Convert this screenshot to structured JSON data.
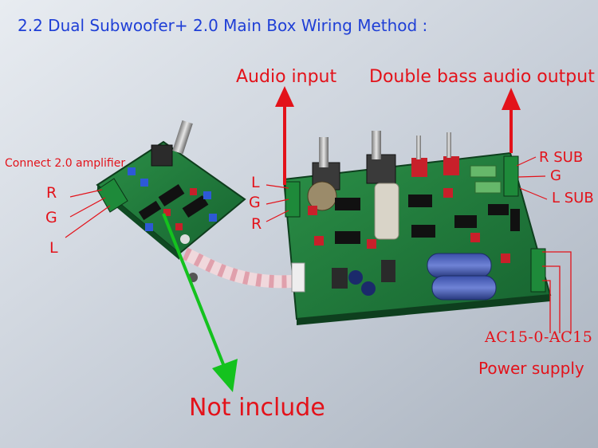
{
  "title": "2.2 Dual Subwoofer+ 2.0 Main Box Wiring Method :",
  "labels": {
    "audio_input": "Audio input",
    "bass_output": "Double bass audio output",
    "connect_amp": "Connect 2.0 amplifier",
    "left_board_pins": [
      "R",
      "G",
      "L"
    ],
    "input_pins": [
      "L",
      "G",
      "R"
    ],
    "sub_pins": [
      "R SUB",
      "G",
      "L SUB"
    ],
    "ac_spec": "AC15-0-AC15",
    "power_supply": "Power supply",
    "not_include": "Not include"
  },
  "colors": {
    "title_blue": "#1f3fd6",
    "annotation_red": "#e3121a",
    "arrow_green": "#14c21e",
    "pcb_green": "#1f7a3a"
  }
}
